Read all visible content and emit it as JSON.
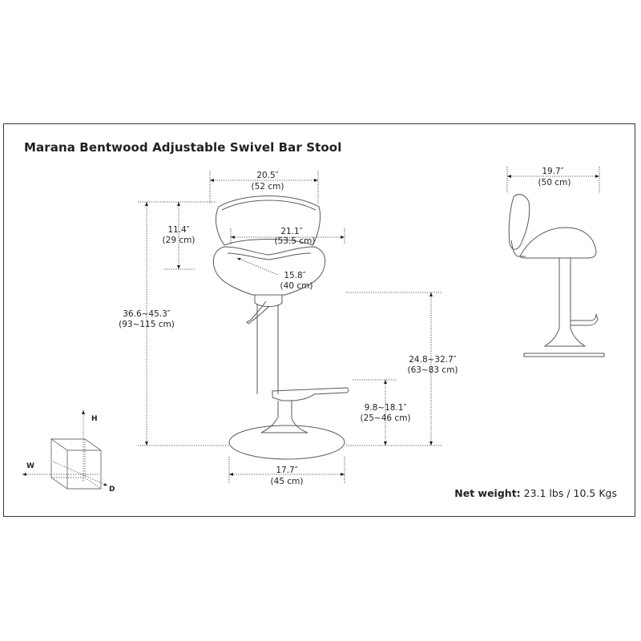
{
  "title": "Marana Bentwood Adjustable Swivel Bar Stool",
  "net_weight": {
    "label": "Net weight:",
    "value": "23.1 lbs / 10.5 Kgs"
  },
  "dimensions": {
    "back_width": {
      "imperial": "20.5″",
      "metric": "(52 cm)"
    },
    "back_height": {
      "imperial": "11.4″",
      "metric": "(29 cm)"
    },
    "seat_width": {
      "imperial": "21.1″",
      "metric": "(53.5 cm)"
    },
    "seat_depth": {
      "imperial": "15.8″",
      "metric": "(40 cm)"
    },
    "total_height": {
      "imperial": "36.6~45.3″",
      "metric": "(93~115 cm)"
    },
    "seat_height": {
      "imperial": "24.8~32.7″",
      "metric": "(63~83 cm)"
    },
    "footrest_height": {
      "imperial": "9.8~18.1″",
      "metric": "(25~46 cm)"
    },
    "base_diameter": {
      "imperial": "17.7″",
      "metric": "(45 cm)"
    },
    "side_depth": {
      "imperial": "19.7″",
      "metric": "(50 cm)"
    }
  },
  "axes": {
    "h": "H",
    "w": "W",
    "d": "D"
  }
}
